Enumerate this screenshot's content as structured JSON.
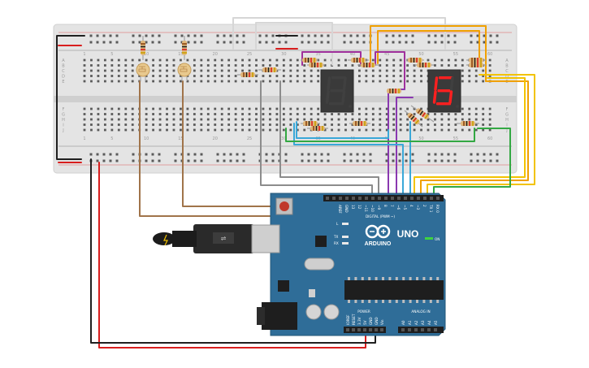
{
  "breadboard": {
    "column_numbers": [
      "1",
      "5",
      "10",
      "15",
      "20",
      "25",
      "30",
      "35",
      "40",
      "45",
      "50",
      "55",
      "60"
    ],
    "row_letters_top": [
      "A",
      "B",
      "C",
      "D",
      "E"
    ],
    "row_letters_bottom": [
      "F",
      "G",
      "H",
      "I",
      "J"
    ]
  },
  "seven_segment": [
    {
      "id": "display-left",
      "digit": "8",
      "lit": false
    },
    {
      "id": "display-right",
      "digit": "6",
      "lit": true
    }
  ],
  "arduino": {
    "brand": "ARDUINO",
    "model": "UNO",
    "on_label": "ON",
    "digital_label": "DIGITAL (PWM ~)",
    "power_label": "POWER",
    "analog_label": "ANALOG IN",
    "digital_pins": [
      "AREF",
      "GND",
      "13",
      "12",
      "~11",
      "~10",
      "~9",
      "8",
      "7",
      "~6",
      "~5",
      "4",
      "~3",
      "2",
      "TX 1",
      "RX 0"
    ],
    "power_pins": [
      "IOREF",
      "RESET",
      "3.3V",
      "5V",
      "GND",
      "GND",
      "Vin"
    ],
    "analog_pins": [
      "A0",
      "A1",
      "A2",
      "A3",
      "A4",
      "A5"
    ],
    "l_label": "L",
    "tx_label": "TX",
    "rx_label": "RX"
  },
  "colors": {
    "board_blue": "#2f6d98",
    "wire_red": "#d81e1e",
    "wire_black": "#202020",
    "wire_brown": "#a0744a",
    "wire_gray": "#8c8c8c",
    "wire_purple": "#8a38b0",
    "wire_magenta": "#a0309c",
    "wire_orange": "#f0a000",
    "wire_yellow": "#f2c300",
    "wire_cyan": "#3aa8d8",
    "wire_green": "#33a843",
    "wire_white": "#d6d6d6",
    "segment_on": "#ff2020",
    "segment_off": "#404040"
  }
}
